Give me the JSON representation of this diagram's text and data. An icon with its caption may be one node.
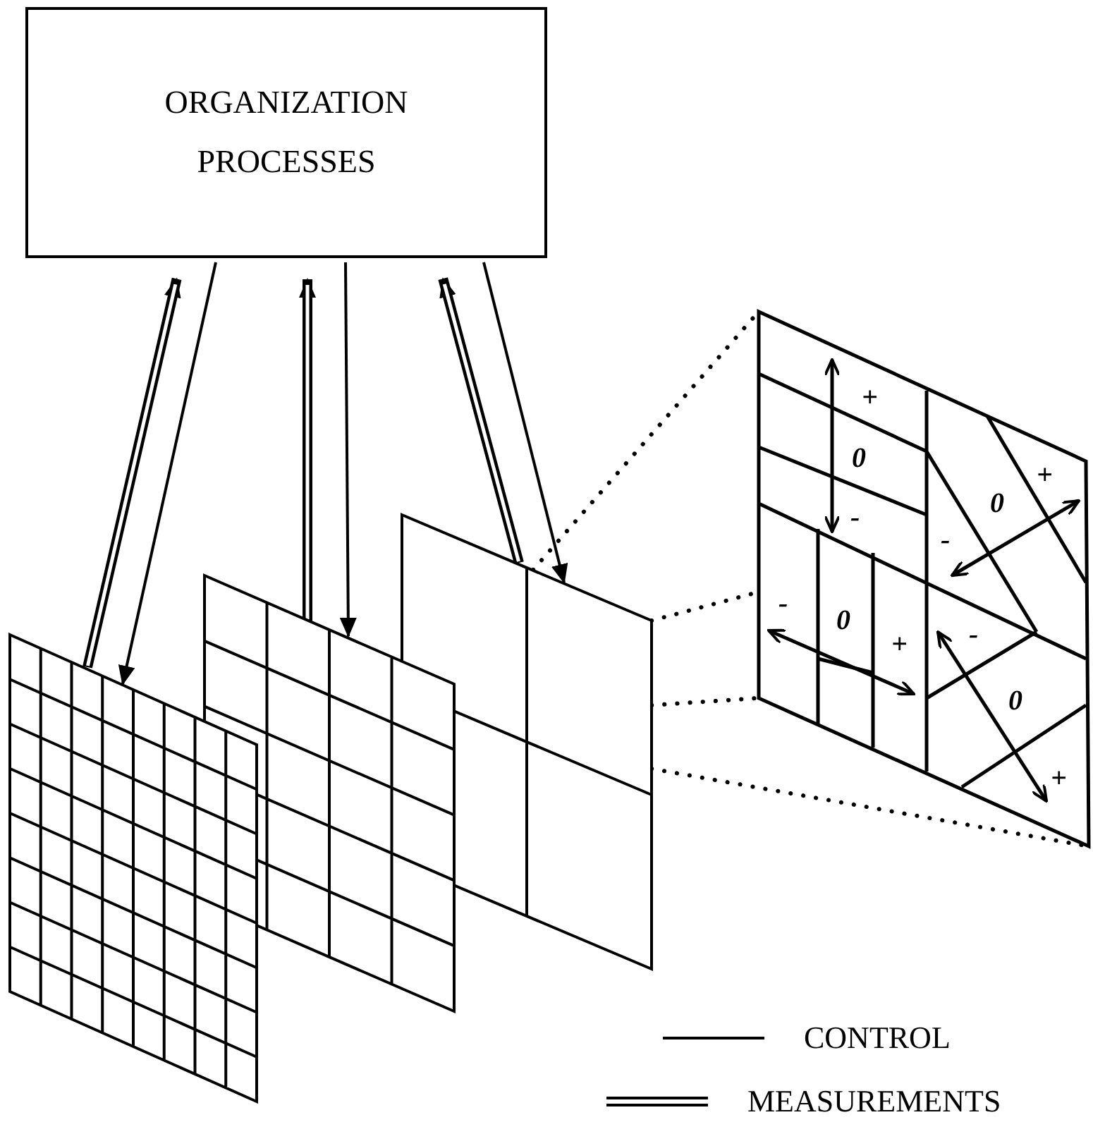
{
  "diagram": {
    "nodes": [
      {
        "text": [
          "ORGANIZATION PROCESSES"
        ]
      },
      {
        "text": [],
        "shape": "grid"
      },
      {
        "text": [],
        "shape": "grid"
      },
      {
        "text": [],
        "shape": "grid"
      },
      {
        "text": [],
        "shape": "grid"
      }
    ],
    "edges": [
      {
        "from": 1,
        "to": 0,
        "arrow": "to",
        "style": "thick"
      },
      {
        "from": 0,
        "to": 1,
        "arrow": "to"
      },
      {
        "from": 2,
        "to": 0,
        "arrow": "to",
        "style": "thick"
      },
      {
        "from": 0,
        "to": 2,
        "arrow": "to"
      },
      {
        "from": 3,
        "to": 0,
        "arrow": "to",
        "style": "thick"
      },
      {
        "from": 0,
        "to": 3,
        "arrow": "to"
      },
      {
        "from": 3,
        "to": 4,
        "arrow": "none",
        "style": "dashed"
      },
      {
        "from": 3,
        "to": 4,
        "arrow": "none",
        "style": "dashed"
      },
      {
        "from": 3,
        "to": 4,
        "arrow": "none",
        "style": "dashed"
      },
      {
        "from": 3,
        "to": 4,
        "arrow": "none",
        "style": "dashed"
      }
    ],
    "labels": [
      "+",
      "0",
      "-",
      "+",
      "0",
      "-",
      "-",
      "0",
      "+",
      "-",
      "0",
      "+"
    ],
    "legend": [
      {
        "text": "CONTROL"
      },
      {
        "text": "MEASUREMENTS"
      }
    ]
  }
}
